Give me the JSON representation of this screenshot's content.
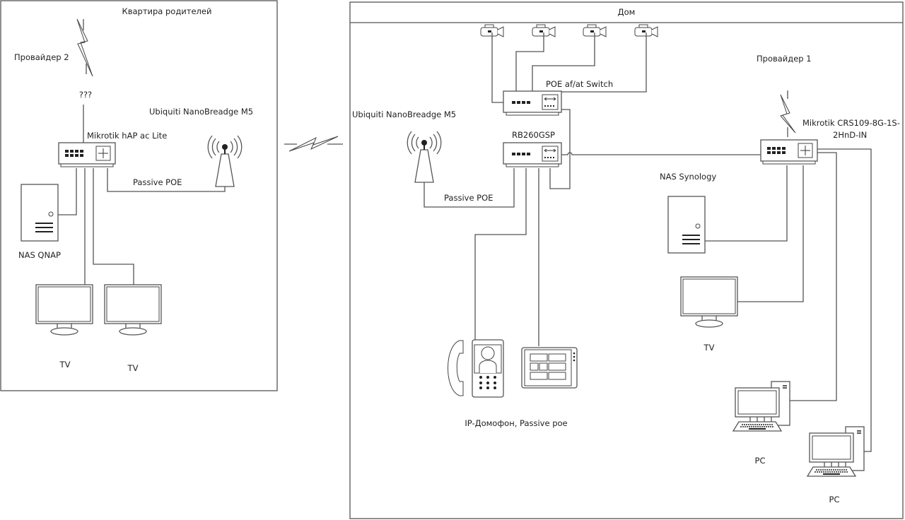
{
  "zones": {
    "parents": {
      "title": "Квартира родителей"
    },
    "home": {
      "title": "Дом"
    }
  },
  "parents": {
    "provider": "Провайдер 2",
    "unknown_link": "???",
    "router": "Mikrotik hAP ac Lite",
    "bridge": "Ubiquiti NanoBreadge M5",
    "poe_link": "Passive POE",
    "nas": "NAS QNAP",
    "tv1": "TV",
    "tv2": "TV"
  },
  "home": {
    "poe_switch": "POE af/at Switch",
    "bridge": "Ubiquiti NanoBreadge M5",
    "rb": "RB260GSP",
    "poe_link": "Passive POE",
    "provider": "Провайдер 1",
    "router_line1": "Mikrotik CRS109-8G-1S-",
    "router_line2": "2HnD-IN",
    "nas": "NAS Synology",
    "tv": "TV",
    "intercom": "IP-Домофон, Passive poe",
    "pc1": "PC",
    "pc2": "PC"
  }
}
